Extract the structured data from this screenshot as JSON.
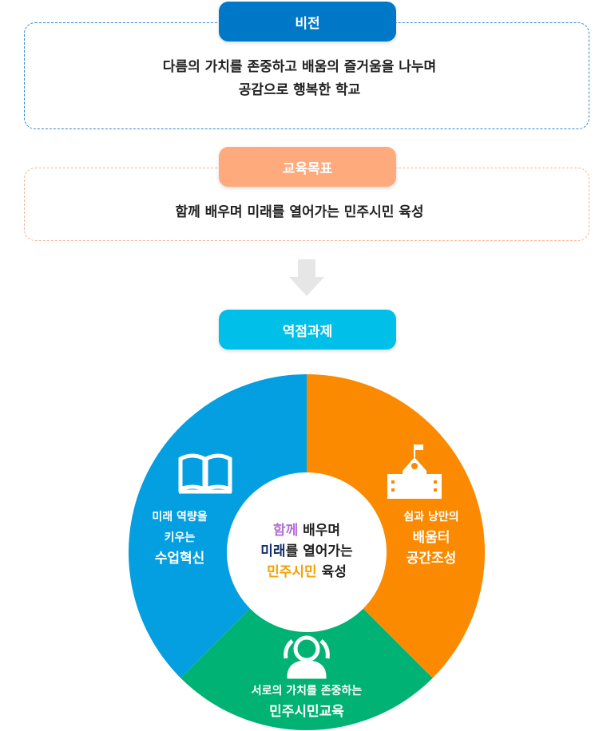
{
  "vision": {
    "label": "비전",
    "lines": [
      "다름의 가치를 존중하고 배움의 즐거움을 나누며",
      "공감으로 행복한 학교"
    ],
    "color": "#0078c8"
  },
  "goal": {
    "label": "교육목표",
    "text": "함께 배우며 미래를 열어가는 민주시민 육성",
    "color": "#ffaa7c"
  },
  "core": {
    "label": "역점과제",
    "color": "#00bfe8"
  },
  "center": {
    "w1": "함께",
    "w2": " 배우며",
    "w3": "미래",
    "w4": "를 열어가는",
    "w5": "민주시민",
    "w6": " 육성"
  },
  "segments": [
    {
      "name": "수업혁신",
      "lines": [
        "미래 역량을",
        "키우는",
        "수업혁신"
      ],
      "share": 37.5,
      "color": "#049fe0",
      "icon": "book-icon"
    },
    {
      "name": "공간조성",
      "lines": [
        "쉼과 낭만의",
        "배움터",
        "공간조성"
      ],
      "share": 37.5,
      "color": "#fb8a00",
      "icon": "school-icon"
    },
    {
      "name": "민주시민교육",
      "lines": [
        "서로의 가치를 존중하는",
        "민주시민교육"
      ],
      "share": 25,
      "color": "#00b274",
      "icon": "people-icon"
    }
  ]
}
